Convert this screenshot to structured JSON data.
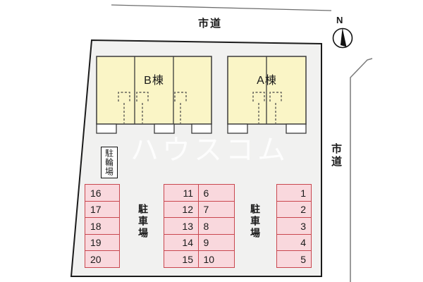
{
  "site_plan": {
    "roads": {
      "top": "市道",
      "right": "市道"
    },
    "compass": {
      "label": "N"
    },
    "buildings": {
      "b": "B棟",
      "a": "A棟"
    },
    "bicycle_parking_label": "駐輪場",
    "parking_area_labels": {
      "left": "駐車場",
      "right": "駐車場"
    },
    "parking": {
      "columns": [
        {
          "id": "far-left",
          "align": "left",
          "numbers": [
            "16",
            "17",
            "18",
            "19",
            "20"
          ]
        },
        {
          "id": "mid-left",
          "align": "right",
          "numbers": [
            "11",
            "12",
            "13",
            "14",
            "15"
          ]
        },
        {
          "id": "mid-right",
          "align": "left",
          "numbers": [
            "6",
            "7",
            "8",
            "9",
            "10"
          ]
        },
        {
          "id": "far-right",
          "align": "right",
          "numbers": [
            "1",
            "2",
            "3",
            "4",
            "5"
          ]
        }
      ]
    },
    "watermark": "ハウスコム",
    "colors": {
      "site_fill": "#f1f1f0",
      "building_fill": "#faf5c6",
      "parking_fill": "#f9d8dd",
      "parking_border": "#c9474f",
      "outline": "#1b1b1b",
      "road_line": "#6e6e6e"
    }
  }
}
